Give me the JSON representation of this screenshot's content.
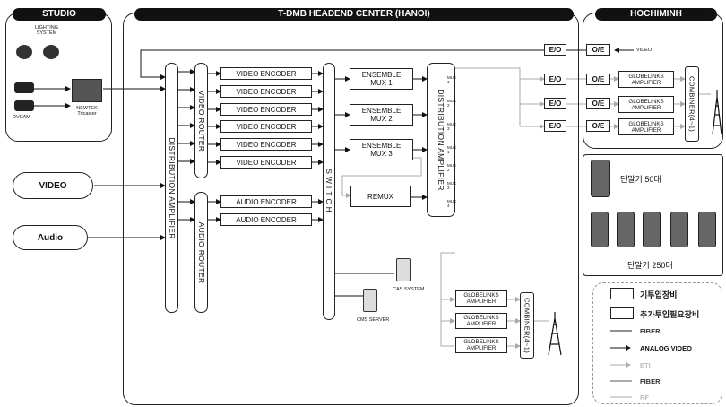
{
  "studio": {
    "title": "STUDIO",
    "lighting": "LIGHTING\nSYSTEM",
    "dvcam": "DVCAM",
    "tricaster": "NEWTEK\nTricaster"
  },
  "center": {
    "title": "T-DMB HEADEND CENTER (HANOI)",
    "dist_amp_left": "DISTRIBUTION AMPLIFIER",
    "video_router": "VIDEO ROUTER",
    "audio_router": "AUDIO ROUTER",
    "video_encoders": [
      "VIDEO ENCODER",
      "VIDEO ENCODER",
      "VIDEO ENCODER",
      "VIDEO ENCODER",
      "VIDEO ENCODER",
      "VIDEO ENCODER"
    ],
    "audio_encoders": [
      "AUDIO ENCODER",
      "AUDIO ENCODER"
    ],
    "switch": "SWITCH",
    "ensemble_mux": [
      "ENSEMBLE\nMUX 1",
      "ENSEMBLE\nMUX 2",
      "ENSEMBLE\nMUX 3"
    ],
    "remux": "REMUX",
    "dist_amp_right": "DISTRIBUTION AMPLIFIER",
    "mux_labels": [
      "MUX\n1",
      "MUX\n2",
      "MUX\n3",
      "MUX\n1",
      "MUX\n2",
      "MUX\n3",
      "MUX\n4"
    ],
    "cas": "CAS SYSTEM",
    "cms": "CMS SERVER",
    "globelinks": [
      "GLOBELINKS\nAMPLIFIER",
      "GLOBELINKS\nAMPLIFIER",
      "GLOBELINKS\nAMPLIFIER"
    ],
    "combiner": "COMBINER(4~1)",
    "eo": [
      "E/O",
      "E/O",
      "E/O",
      "E/O"
    ]
  },
  "inputs": {
    "video": "VIDEO",
    "audio": "Audio"
  },
  "hcm": {
    "title": "HOCHIMINH",
    "oe": [
      "O/E",
      "O/E",
      "O/E",
      "O/E"
    ],
    "video_label": "VIDEO",
    "globelinks": [
      "GLOBELINKS\nAMPLIFIER",
      "GLOBELINKS\nAMPLIFIER",
      "GLOBELINKS\nAMPLIFIER"
    ],
    "combiner": "COMBINER(4~1)"
  },
  "devices": {
    "label_50": "단말기 50대",
    "label_250": "단말기 250대"
  },
  "legend": {
    "existing": "기투입장비",
    "additional": "추가투입필요장비",
    "items": [
      "FIBER",
      "ANALOG VIDEO",
      "ETI",
      "FIBER",
      "RF"
    ]
  }
}
